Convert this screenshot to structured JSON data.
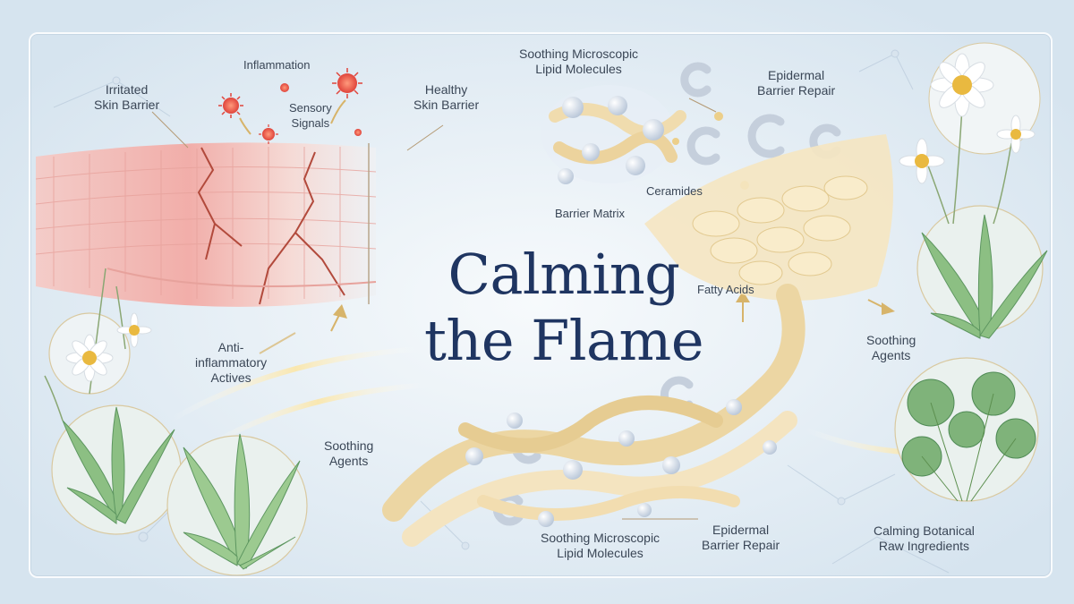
{
  "title": {
    "line1": "Calming",
    "line2": "the Flame"
  },
  "labels": {
    "inflammation": "Inflammation",
    "irritated": {
      "line1": "Irritated",
      "line2": "Skin Barrier"
    },
    "sensory": {
      "line1": "Sensory",
      "line2": "Signals"
    },
    "healthy": {
      "line1": "Healthy",
      "line2": "Skin Barrier"
    },
    "lipid_top": {
      "line1": "Soothing Microscopic",
      "line2": "Lipid Molecules"
    },
    "epidermal_top": {
      "line1": "Epidermal",
      "line2": "Barrier Repair"
    },
    "ceramides": "Ceramides",
    "barrier_matrix": "Barrier Matrix",
    "fatty_acids": "Fatty Acids",
    "soothing_right": {
      "line1": "Soothing",
      "line2": "Agents"
    },
    "anti_inflammatory": {
      "line1": "Anti-",
      "line2": "inflammatory",
      "line3": "Actives"
    },
    "soothing_center": {
      "line1": "Soothing",
      "line2": "Agents"
    },
    "lipid_bottom": {
      "line1": "Soothing Microscopic",
      "line2": "Lipid Molecules"
    },
    "epidermal_bottom": {
      "line1": "Epidermal",
      "line2": "Barrier Repair"
    },
    "botanical": {
      "line1": "Calming Botanical",
      "line2": "Raw Ingredients"
    }
  },
  "colors": {
    "background": "#dfe9f1",
    "title": "#1f3561",
    "inflamed": "#f08a86",
    "lipid": "#f3e3bd",
    "leaf": "#8cbf83",
    "accent_gold": "#d7b46a"
  }
}
